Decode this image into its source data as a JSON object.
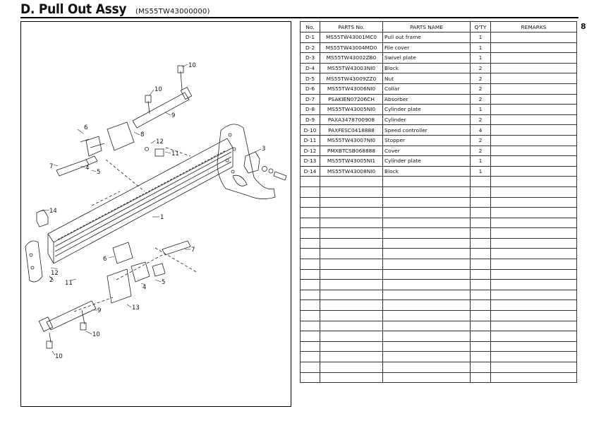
{
  "header": {
    "title": "D. Pull Out Assy",
    "code": "(MS55TW43000000)",
    "page_number": "8"
  },
  "table": {
    "columns": [
      "No.",
      "PARTS No.",
      "PARTS NAME",
      "Q'TY",
      "REMARKS"
    ],
    "rows": [
      {
        "no": "D-1",
        "part_no": "MS55TW43001MC0",
        "name": "Pull out frame",
        "qty": "1",
        "remarks": ""
      },
      {
        "no": "D-2",
        "part_no": "MS55TW43004MD0",
        "name": "File cover",
        "qty": "1",
        "remarks": ""
      },
      {
        "no": "D-3",
        "part_no": "MS55TW43002ZB0",
        "name": "Swivel plate",
        "qty": "1",
        "remarks": ""
      },
      {
        "no": "D-4",
        "part_no": "MS55TW43003NI0",
        "name": "Block",
        "qty": "2",
        "remarks": ""
      },
      {
        "no": "D-5",
        "part_no": "MS55TW43009ZZ0",
        "name": "Nut",
        "qty": "2",
        "remarks": ""
      },
      {
        "no": "D-6",
        "part_no": "MS55TW43006NI0",
        "name": "Collar",
        "qty": "2",
        "remarks": ""
      },
      {
        "no": "D-7",
        "part_no": "PSAKIEN07206CH",
        "name": "Absorber",
        "qty": "2",
        "remarks": ""
      },
      {
        "no": "D-8",
        "part_no": "MS55TW43005NI0",
        "name": "Cylinder plate",
        "qty": "1",
        "remarks": ""
      },
      {
        "no": "D-9",
        "part_no": "PAXA3478700908",
        "name": "Cylinder",
        "qty": "2",
        "remarks": ""
      },
      {
        "no": "D-10",
        "part_no": "PAXFESC0418888",
        "name": "Speed controller",
        "qty": "4",
        "remarks": ""
      },
      {
        "no": "D-11",
        "part_no": "MS55TW43007NI0",
        "name": "Stopper",
        "qty": "2",
        "remarks": ""
      },
      {
        "no": "D-12",
        "part_no": "PMXBTCSB068888",
        "name": "Cover",
        "qty": "2",
        "remarks": ""
      },
      {
        "no": "D-13",
        "part_no": "MS55TW43005NI1",
        "name": "Cylinder plate",
        "qty": "1",
        "remarks": ""
      },
      {
        "no": "D-14",
        "part_no": "MS55TW43008NI0",
        "name": "Block",
        "qty": "1",
        "remarks": ""
      }
    ],
    "empty_rows": 20
  },
  "diagram": {
    "callouts": [
      "10",
      "10",
      "9",
      "6",
      "8",
      "12",
      "11",
      "3",
      "7",
      "4",
      "5",
      "14",
      "1",
      "7",
      "6",
      "5",
      "4",
      "12",
      "2",
      "11",
      "13",
      "9",
      "10",
      "10"
    ]
  }
}
